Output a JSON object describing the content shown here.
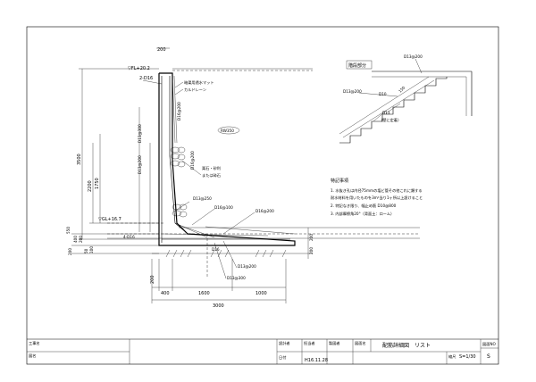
{
  "drawing": {
    "notes_title": "特記事項",
    "notes": [
      "1. 水抜き孔は内径75mmの塩ビ管その他これに類する",
      "   耐水材料を用いたものを3m²当り1ヶ所以上設けること",
      "2. 特記なき限り、幅止め筋 D10@800",
      "3. 内部摩擦角20°（背面土：ローム）"
    ],
    "detail_label": "階段部分",
    "wall_id": "RW350",
    "materials": {
      "mat1": "暗渠用透水マット",
      "mat2": "カルドレーン",
      "rubble1": "栗石・砂利",
      "rubble2": "または砕石"
    },
    "levels": {
      "fl": "▽FL+20.2",
      "gl": "▽GL+16.7"
    },
    "rebar": {
      "top": "2-D16",
      "d13_300": "D13@300",
      "d16_200a": "D16@200",
      "d13_200": "D13@200",
      "d16_200b": "D16@200",
      "d13_250": "D13@250",
      "d16_100": "D16@100",
      "d16_200c": "D16@200",
      "four_d16": "4-D16",
      "d16": "D16",
      "d13_200b": "D13@200",
      "d13_300b": "D13@300"
    },
    "detail_rebar": {
      "d13_200a": "D13@200",
      "d13_200b": "D13@200",
      "d10": "D10",
      "d13": "D13",
      "stair_note": "（壁に定着）",
      "dim150": "150"
    },
    "dims": {
      "top200": "200",
      "h3500": "3500",
      "h2200": "2200",
      "h1750": "1750",
      "h550": "550",
      "h400": "400",
      "h200a": "200",
      "h50": "50",
      "h100": "100",
      "h200b": "200",
      "right200a": "200",
      "right200b": "200",
      "w200": "200",
      "w400": "400",
      "w1600": "1600",
      "w1000": "1000",
      "w3000": "3000"
    }
  },
  "title_block": {
    "project_label": "工事名",
    "sheet_label": "図名",
    "designer_label": "設計者",
    "checker_label": "担当者",
    "drafter_label": "製図者",
    "drawing_title_label": "図面名",
    "drawing_title": "配筋詳細図　リスト",
    "date_label": "日付",
    "date": "H16.11.28",
    "scale_label": "縮尺",
    "scale": "S=1/30",
    "no_label": "図面NO",
    "no": "S"
  }
}
